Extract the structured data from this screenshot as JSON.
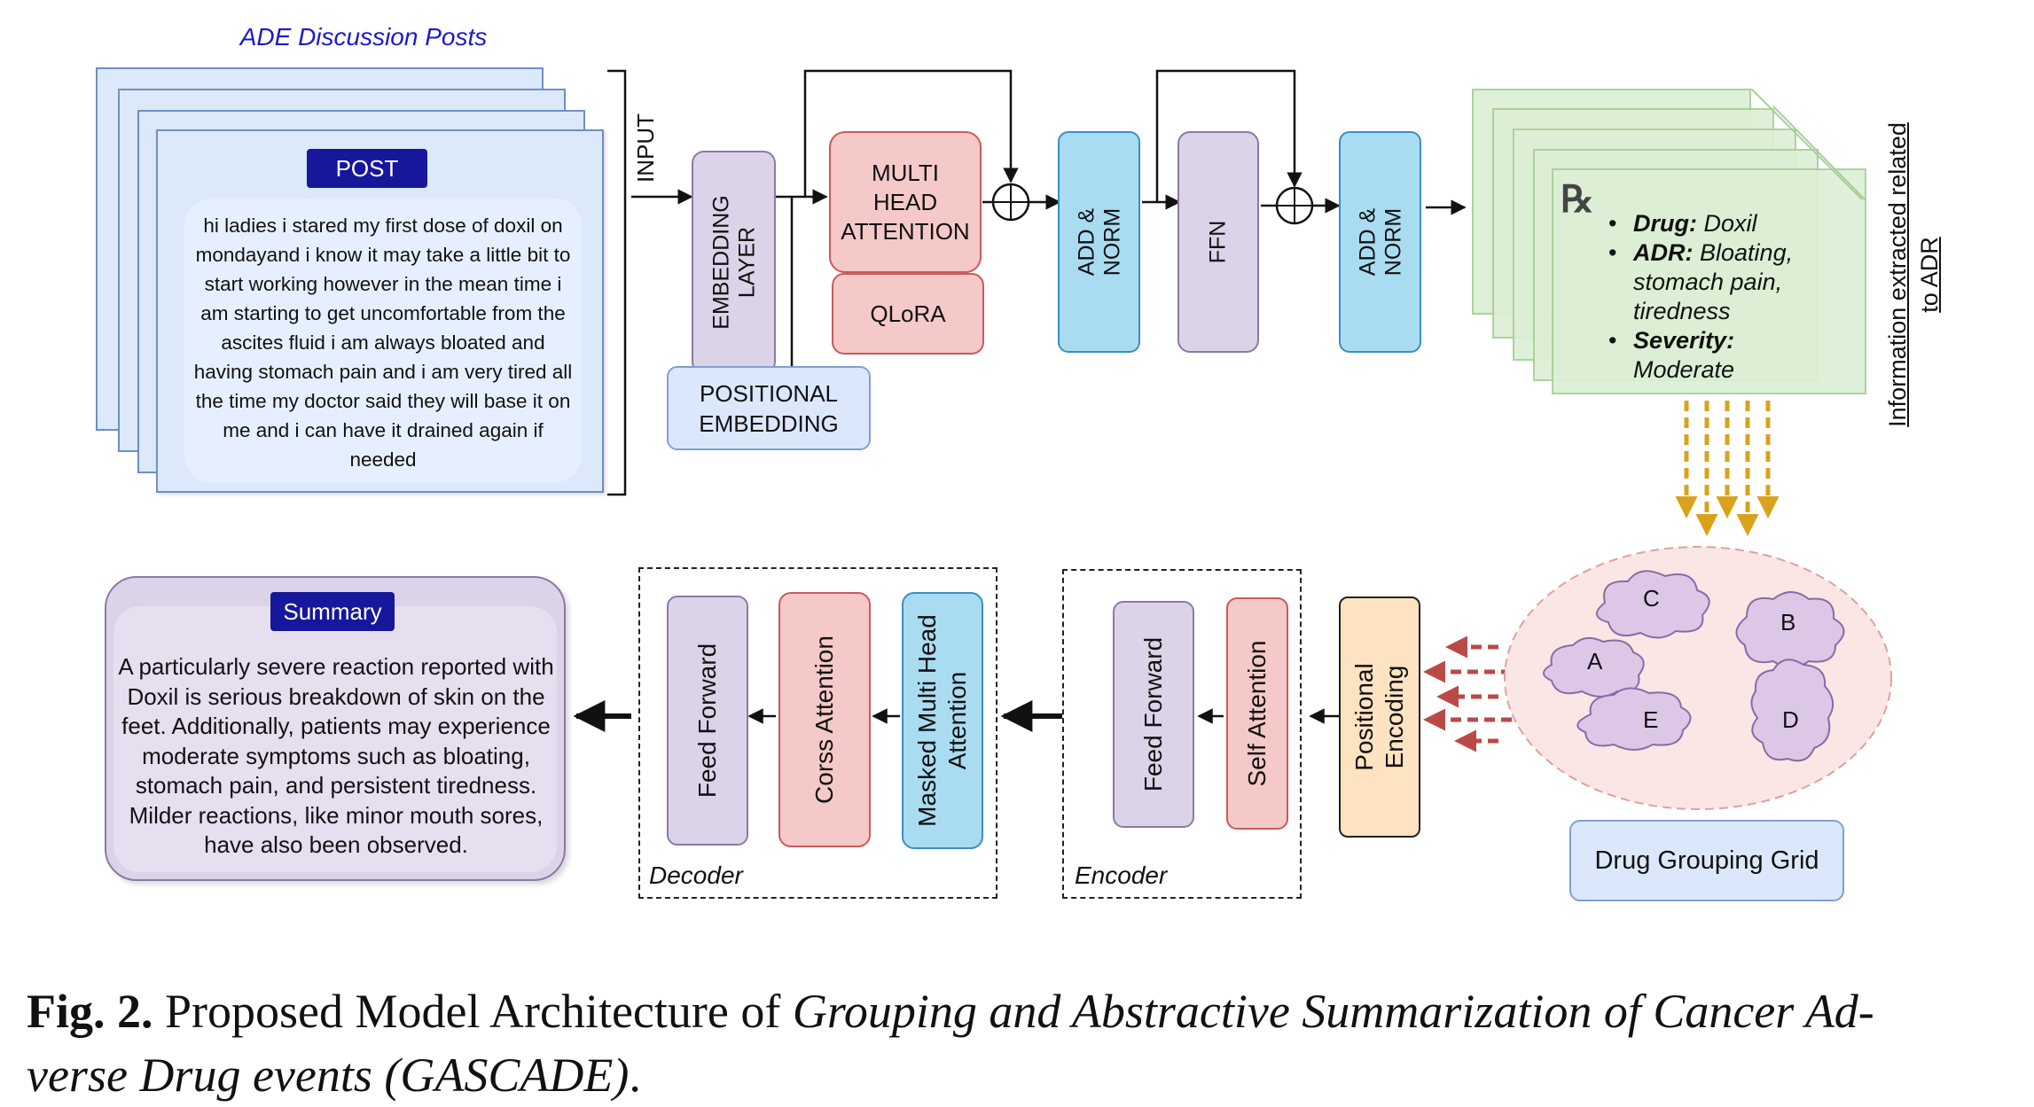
{
  "ade_title": "ADE Discussion Posts",
  "post_label": "POST",
  "post_text": "hi ladies i stared my first dose of doxil on mondayand i know it may take a little bit to start working however in the mean time i am starting to get uncomfortable from the ascites fluid i am always bloated and having stomach pain and i am very tired all the time my doctor said they will base it on me and i can have it drained again if needed",
  "input_label": "INPUT",
  "embedding_layer": [
    "EMBEDDING",
    "LAYER"
  ],
  "positional_embedding": [
    "POSITIONAL",
    "EMBEDDING"
  ],
  "multi_head_attention": [
    "MULTI",
    "HEAD",
    "ATTENTION"
  ],
  "qlora": "QLoRA",
  "add_norm_1": [
    "ADD &",
    "NORM"
  ],
  "ffn": "FFN",
  "add_norm_2": [
    "ADD &",
    "NORM"
  ],
  "rx_symbol": "℞",
  "extracted": {
    "drug_label": "Drug:",
    "drug_value": "Doxil",
    "adr_label": "ADR:",
    "adr_value_1": "Bloating,",
    "adr_value_2": "stomach pain,",
    "adr_value_3": "tiredness",
    "severity_label": "Severity:",
    "severity_value": "Moderate"
  },
  "info_extracted": [
    "Information extracted related",
    "to ADR"
  ],
  "clusters": [
    "A",
    "B",
    "C",
    "D",
    "E"
  ],
  "drug_grouping_grid": "Drug Grouping Grid",
  "positional_encoding": [
    "Positional",
    "Encoding"
  ],
  "encoder": {
    "label": "Encoder",
    "self_attention": "Self Attention",
    "feed_forward": "Feed Forward"
  },
  "decoder": {
    "label": "Decoder",
    "masked_mha": [
      "Masked Multi Head",
      "Attention"
    ],
    "cross_attention": "Corss Attention",
    "feed_forward": "Feed Forward"
  },
  "summary_label": "Summary",
  "summary_text": "A particularly severe reaction reported with Doxil is serious breakdown of skin on the feet. Additionally, patients may experience moderate symptoms such as bloating, stomach pain, and persistent tiredness. Milder reactions, like minor mouth sores, have also been observed.",
  "caption": {
    "fig": "Fig. 2.",
    "plain": " Proposed Model Architecture of ",
    "italic_1": "Grouping and Abstractive Summarization of Cancer Ad-",
    "italic_2": "verse Drug events (GASCADE)",
    "end": "."
  },
  "colors": {
    "arrow_orange": "#d9a21b",
    "arrow_red": "#b94a48",
    "pill": "#17179c"
  }
}
